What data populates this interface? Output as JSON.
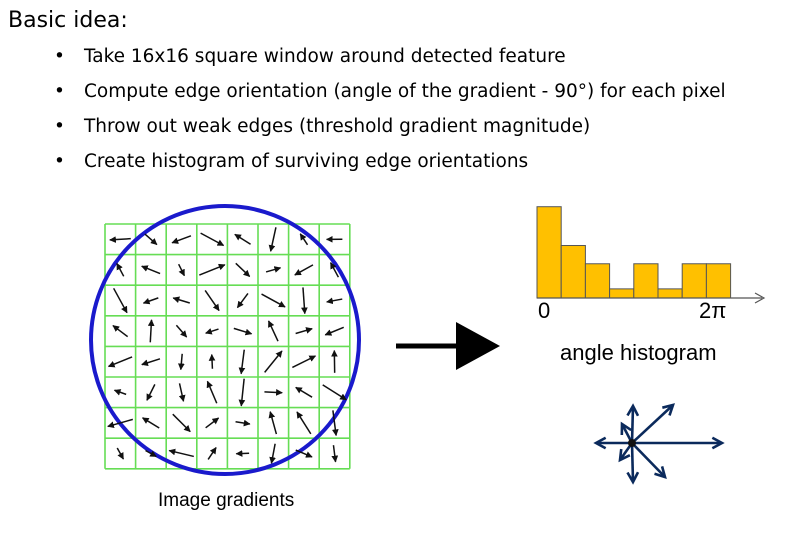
{
  "heading": "Basic idea:",
  "bullets": [
    "Take 16x16 square window around detected feature",
    "Compute edge orientation (angle of the gradient - 90°) for each pixel",
    "Throw out weak edges (threshold gradient magnitude)",
    "Create histogram of surviving edge orientations"
  ],
  "bullet_glyph": "•",
  "left_figure": {
    "caption": "Image gradients",
    "grid_color": "#66dd55",
    "circle_color": "#1a1acc"
  },
  "arrow_icon": "right-arrow-icon",
  "chart_data": {
    "type": "bar",
    "title": "",
    "xlabel": "angle histogram",
    "x_tick_labels": [
      "0",
      "2π"
    ],
    "bar_color": "#ffc000",
    "values": [
      8,
      4.6,
      3.0,
      0.8,
      3.0,
      0.8,
      3.0,
      3.0
    ],
    "ylim": [
      0,
      8.5
    ]
  },
  "orientation_icon": {
    "name": "orientation-arrows-icon",
    "color": "#0b2a5c"
  }
}
